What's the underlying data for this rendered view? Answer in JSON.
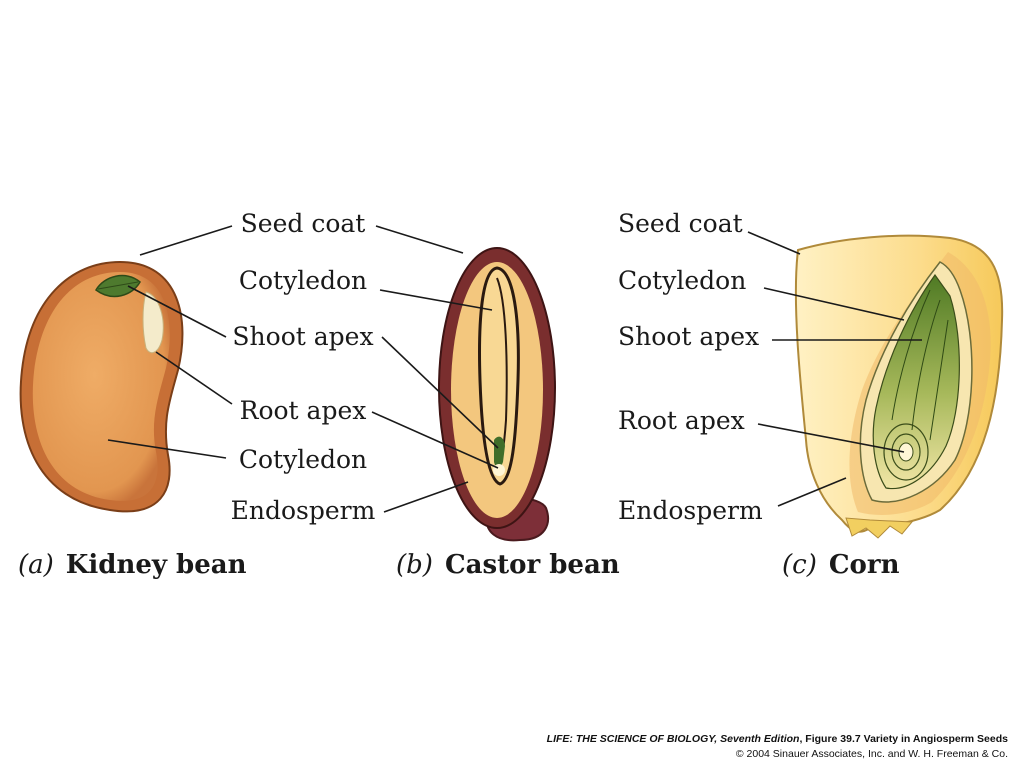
{
  "figure": {
    "panels": [
      {
        "id": "a",
        "letter": "(a)",
        "name": "Kidney bean",
        "labels": {
          "seed_coat": "Seed coat",
          "shoot_apex": "Shoot apex",
          "root_apex": "Root apex",
          "cotyledon": "Cotyledon"
        }
      },
      {
        "id": "b",
        "letter": "(b)",
        "name": "Castor bean",
        "labels": {
          "cotyledon": "Cotyledon",
          "endosperm": "Endosperm"
        }
      },
      {
        "id": "c",
        "letter": "(c)",
        "name": "Corn",
        "labels": {
          "seed_coat": "Seed coat",
          "cotyledon": "Cotyledon",
          "shoot_apex": "Shoot apex",
          "root_apex": "Root apex",
          "endosperm": "Endosperm"
        }
      }
    ]
  },
  "credit": {
    "book_title": "LIFE: THE SCIENCE OF BIOLOGY, Seventh Edition",
    "figure_ref": ", Figure 39.7 Variety in Angiosperm Seeds",
    "copyright": "© 2004 Sinauer Associates, Inc. and W. H. Freeman & Co."
  },
  "colors": {
    "kidney_outer": "#c9743b",
    "kidney_inner": "#e8a15a",
    "castor_coat": "#7a2e2e",
    "castor_endosperm": "#f3c77e",
    "corn_endosperm": "#fbd98a",
    "corn_embryo": "#7d9a3d",
    "leaf_green": "#4e7a2e"
  }
}
